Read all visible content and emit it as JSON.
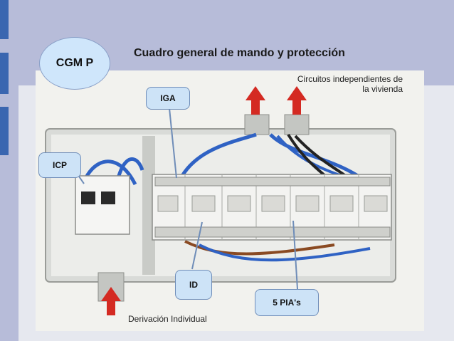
{
  "slide": {
    "title": "Cuadro general de mando y protección",
    "badge": "CGM P"
  },
  "photo_labels": {
    "circuitos_line1": "Circuitos independientes de",
    "circuitos_line2": "la vivienda",
    "derivacion": "Derivación Individual"
  },
  "callouts": {
    "iga": "IGA",
    "icp": "ICP",
    "id": "ID",
    "pias": "5 PIA's"
  },
  "colors": {
    "accent_band": "#b7bcd9",
    "side_marker": "#3a66b0",
    "callout_fill": "#cde3f7",
    "arrow_red": "#d42a22"
  }
}
